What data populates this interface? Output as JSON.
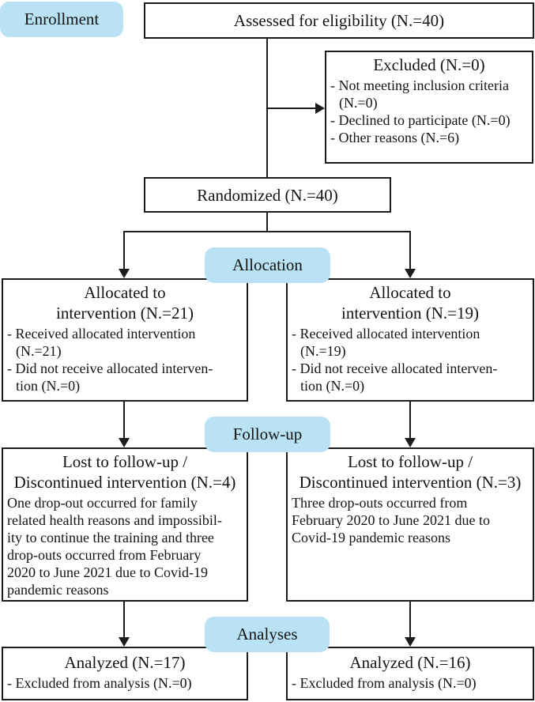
{
  "stage_labels": {
    "enrollment": "Enrollment",
    "allocation": "Allocation",
    "followup": "Follow-up",
    "analyses": "Analyses"
  },
  "boxes": {
    "assessed": {
      "title": "Assessed for eligibility (N.=40)"
    },
    "excluded": {
      "title": "Excluded (N.=0)",
      "lines": [
        "- Not meeting inclusion criteria",
        "(N.=0)",
        "- Declined to participate (N.=0)",
        "- Other reasons (N.=6)"
      ]
    },
    "randomized": {
      "title": "Randomized (N.=40)"
    },
    "alloc_left": {
      "title_lines": [
        "Allocated to",
        "intervention (N.=21)"
      ],
      "lines": [
        "- Received allocated intervention",
        "(N.=21)",
        "- Did not receive allocated interven-",
        "tion (N.=0)"
      ]
    },
    "alloc_right": {
      "title_lines": [
        "Allocated to",
        "intervention (N.=19)"
      ],
      "lines": [
        "- Received allocated intervention",
        "(N.=19)",
        "- Did not receive allocated interven-",
        "tion (N.=0)"
      ]
    },
    "followup_left": {
      "title_lines": [
        "Lost to follow-up /",
        "Discontinued intervention (N.=4)"
      ],
      "lines": [
        "One drop-out occurred for family",
        "related health reasons and impossibil-",
        "ity to continue the training and three",
        "drop-outs occurred from February",
        "2020 to June 2021 due to Covid-19",
        "pandemic reasons"
      ]
    },
    "followup_right": {
      "title_lines": [
        "Lost to follow-up /",
        "Discontinued intervention (N.=3)"
      ],
      "lines": [
        "Three drop-outs occurred from",
        "February 2020 to June 2021 due to",
        "Covid-19 pandemic reasons"
      ]
    },
    "analyzed_left": {
      "title": "Analyzed (N.=17)",
      "lines": [
        "- Excluded from analysis (N.=0)"
      ]
    },
    "analyzed_right": {
      "title": "Analyzed (N.=16)",
      "lines": [
        "- Excluded from analysis (N.=0)"
      ]
    }
  },
  "colors": {
    "stage_label_bg": "#b9e2f4",
    "box_border": "#1c1c1c",
    "ink": "#141414",
    "page_bg": "#ffffff"
  }
}
